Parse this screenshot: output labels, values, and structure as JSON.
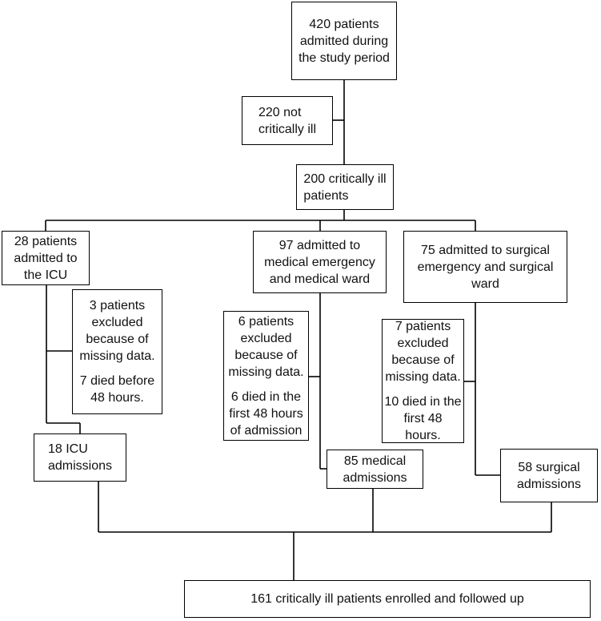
{
  "boxes": {
    "admitted": [
      "420 patients",
      "admitted during",
      "the study period"
    ],
    "not_critical": [
      "220 not",
      "critically ill"
    ],
    "critically_ill": [
      "200 critically ill",
      "patients"
    ],
    "icu": [
      "28 patients",
      "admitted to",
      "the ICU"
    ],
    "medical": [
      "97 admitted to",
      "medical emergency",
      "and medical ward"
    ],
    "surgical": [
      "75  admitted to surgical",
      "emergency and surgical",
      "ward"
    ],
    "icu_excluded": {
      "excluded": [
        "3 patients",
        "excluded",
        "because of",
        "missing data."
      ],
      "died": [
        "7 died before",
        "48 hours."
      ]
    },
    "medical_excluded": {
      "excluded": [
        "6 patients",
        "excluded",
        "because of",
        "missing data."
      ],
      "died": [
        "6 died in the",
        "first 48 hours",
        "of admission"
      ]
    },
    "surgical_excluded": {
      "excluded": [
        "7 patients",
        "excluded",
        "because of",
        "missing data."
      ],
      "died": [
        "10 died in the",
        "first 48",
        "hours."
      ]
    },
    "icu_admissions": [
      "18 ICU",
      "admissions"
    ],
    "medical_admissions": [
      "85 medical",
      "admissions"
    ],
    "surgical_admissions": [
      "58 surgical",
      "admissions"
    ],
    "enrolled": [
      "161 critically ill patients enrolled and followed up"
    ]
  }
}
